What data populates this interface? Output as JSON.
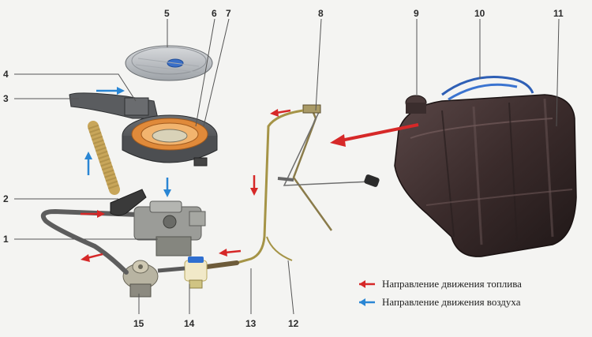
{
  "colors": {
    "fuel_arrow": "#d62828",
    "air_arrow": "#2a86d4",
    "background": "#f4f4f2",
    "tank": "#3a2d2d",
    "filter_ring": "#e08a3a"
  },
  "callouts": [
    "1",
    "2",
    "3",
    "4",
    "5",
    "6",
    "7",
    "8",
    "9",
    "10",
    "11",
    "12",
    "13",
    "14",
    "15"
  ],
  "legend": {
    "fuel": "Направление движения топлива",
    "air": "Направление движения воздуха"
  }
}
